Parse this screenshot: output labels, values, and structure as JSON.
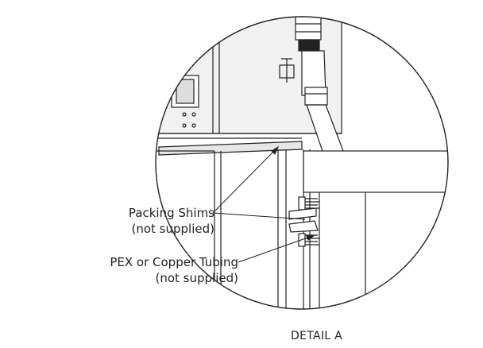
{
  "callouts": [
    {
      "line1": "Packing Shims",
      "line2": "(not supplied)"
    },
    {
      "line1": "PEX or Copper Tubing",
      "line2": "(not supplied)"
    }
  ],
  "detail_label": "DETAIL A"
}
